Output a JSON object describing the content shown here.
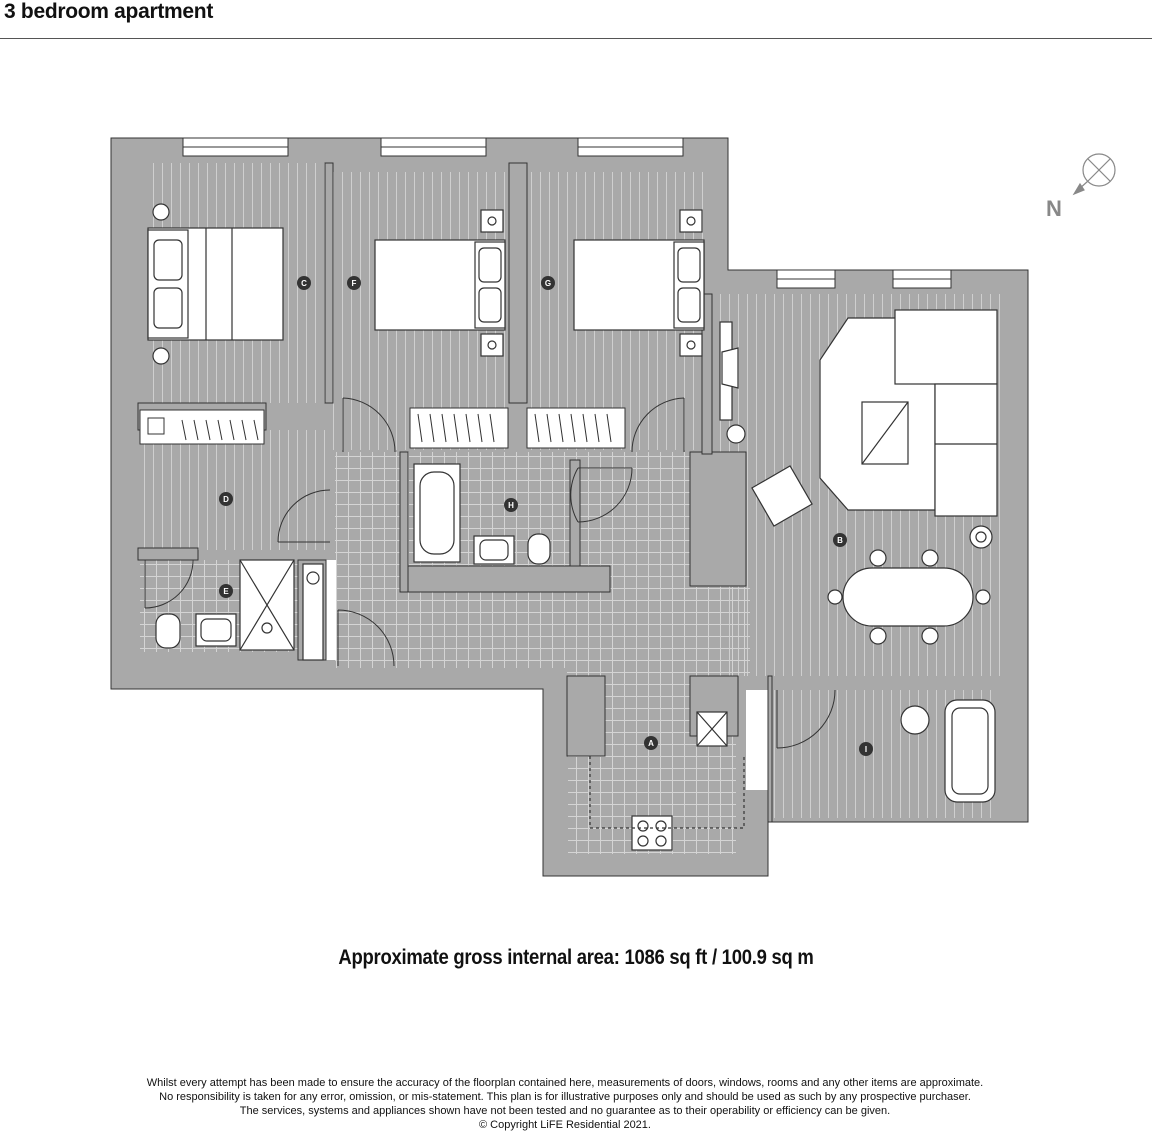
{
  "title": "3 bedroom apartment",
  "area_text": "Approximate gross internal area: 1086 sq ft / 100.9 sq m",
  "north_label": "N",
  "room_labels": [
    "A",
    "B",
    "C",
    "D",
    "E",
    "F",
    "G",
    "H",
    "I"
  ],
  "disclaimer": {
    "line1": "Whilst every attempt has been made to ensure the accuracy of the floorplan contained here, measurements of doors, windows, rooms and any other items are approximate.",
    "line2": "No responsibility is taken for any error, omission, or mis-statement. This plan is for illustrative purposes only and should be used as such by any prospective purchaser.",
    "line3": "The services, systems and appliances shown have not been tested and no guarantee as to their operability or efficiency can be given.",
    "line4": "© Copyright LiFE Residential 2021."
  },
  "colors": {
    "wall": "#a9a9a9",
    "line": "#333333",
    "grid": "#cfcfcf"
  }
}
